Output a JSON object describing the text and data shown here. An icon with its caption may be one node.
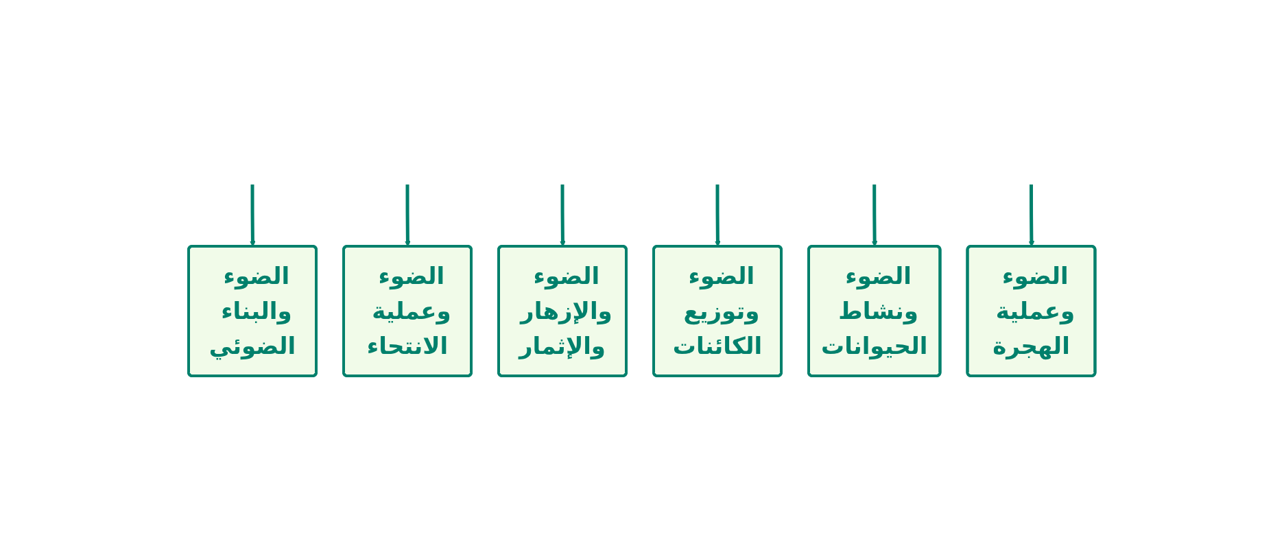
{
  "diagram": {
    "nodes": [
      {
        "text": [
          "الضوء والبناء الضوئي"
        ]
      },
      {
        "text": [
          "الضوء وعملية الانتحاء"
        ]
      },
      {
        "text": [
          "الضوء والإزهار والإثمار"
        ]
      },
      {
        "text": [
          "الضوء وتوزيع الكائنات"
        ]
      },
      {
        "text": [
          "الضوء ونشاط الحيوانات"
        ]
      },
      {
        "text": [
          "الضوء وعملية الهجرة"
        ]
      }
    ],
    "edges": [
      {
        "from": null,
        "to": 0,
        "arrow": "to"
      },
      {
        "from": null,
        "to": 1,
        "arrow": "to"
      },
      {
        "from": null,
        "to": 2,
        "arrow": "to"
      },
      {
        "from": null,
        "to": 3,
        "arrow": "to"
      },
      {
        "from": null,
        "to": 4,
        "arrow": "to"
      },
      {
        "from": null,
        "to": 5,
        "arrow": "to"
      }
    ]
  }
}
